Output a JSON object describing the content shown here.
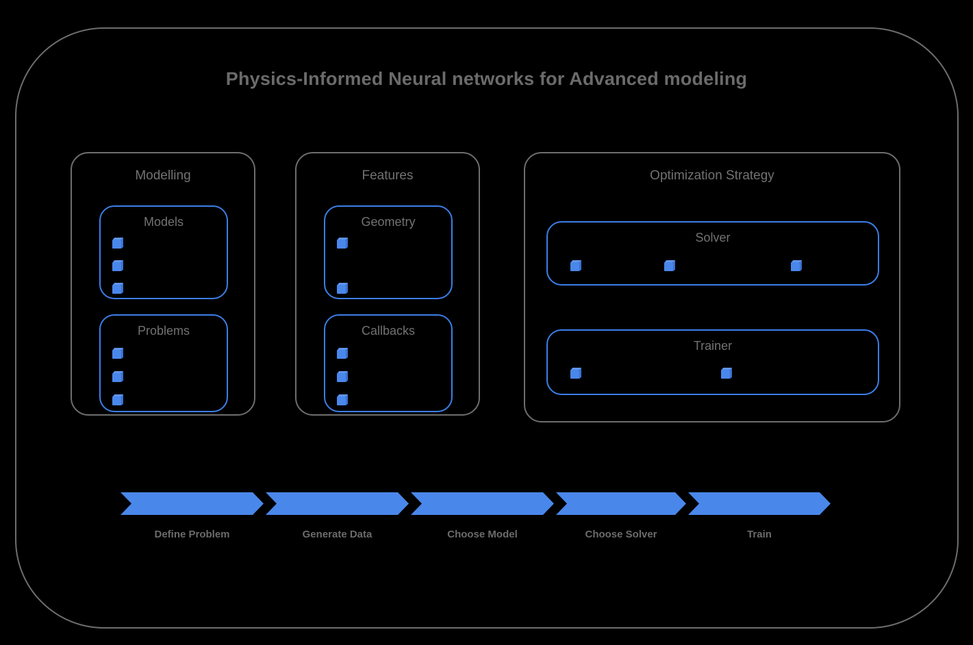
{
  "page": {
    "background_color": "#000000",
    "frame_border_color": "#6e6e6e",
    "accent_color": "#4a87ea",
    "text_color": "#6b6b6b"
  },
  "header": {
    "title": "Physics-Informed Neural networks for Advanced modeling"
  },
  "groups": [
    {
      "id": "modelling",
      "title": "Modelling",
      "boxes": [
        {
          "id": "models",
          "title": "Models",
          "bullet_count": 3
        },
        {
          "id": "problems",
          "title": "Problems",
          "bullet_count": 3
        }
      ]
    },
    {
      "id": "features",
      "title": "Features",
      "boxes": [
        {
          "id": "geometry",
          "title": "Geometry",
          "bullet_count": 2
        },
        {
          "id": "callbacks",
          "title": "Callbacks",
          "bullet_count": 3
        }
      ]
    },
    {
      "id": "optimization",
      "title": "Optimization Strategy",
      "boxes": [
        {
          "id": "solver",
          "title": "Solver",
          "bullet_count": 3
        },
        {
          "id": "trainer",
          "title": "Trainer",
          "bullet_count": 2
        }
      ]
    }
  ],
  "pipeline": {
    "steps": [
      {
        "label": "Define Problem"
      },
      {
        "label": "Generate Data"
      },
      {
        "label": "Choose Model"
      },
      {
        "label": "Choose Solver"
      },
      {
        "label": "Train"
      }
    ]
  }
}
